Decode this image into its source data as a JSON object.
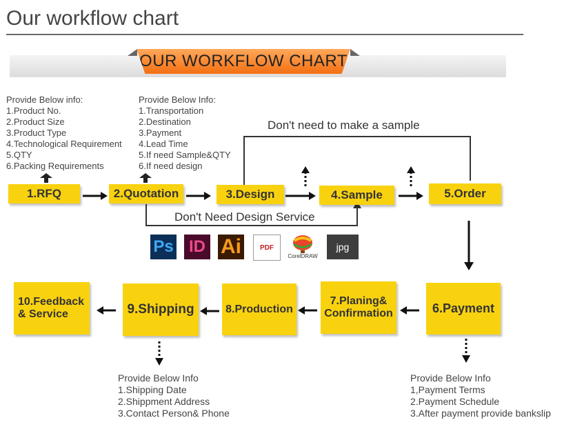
{
  "page_title": "Our workflow chart",
  "banner": "OUR WORKFLOW CHART",
  "info_rfq": {
    "heading": "Provide Below info:",
    "items": [
      "1.Product No.",
      "2.Product Size",
      "3.Product Type",
      "4.Technological Requirement",
      "5.QTY",
      "6.Packing Requirements"
    ]
  },
  "info_quotation": {
    "heading": "Provide Below Info:",
    "items": [
      "1.Transportation",
      "2.Destination",
      "3.Payment",
      "4.Lead Time",
      "5.If need Sample&QTY",
      "6.If need design"
    ]
  },
  "steps": {
    "rfq": "1.RFQ",
    "quotation": "2.Quotation",
    "design": "3.Design",
    "sample": "4.Sample",
    "order": "5.Order",
    "payment": "6.Payment",
    "planing_1": "7.Planing&",
    "planing_2": "Confirmation",
    "production": "8.Production",
    "shipping": "9.Shipping",
    "feedback_1": "10.Feedback",
    "feedback_2": "& Service"
  },
  "notes": {
    "no_sample": "Don't need to make a sample",
    "no_design": "Don't Need Design Service"
  },
  "software_icons": {
    "ps": "Ps",
    "id": "ID",
    "ai": "Ai",
    "pdf": "PDF",
    "coreldraw": "CorelDRAW",
    "jpg": "jpg"
  },
  "info_shipping": {
    "heading": "Provide Below Info",
    "items": [
      "1.Shipping Date",
      "2.Shippment Address",
      "3.Contact Person& Phone"
    ]
  },
  "info_payment": {
    "heading": "Provide Below Info",
    "items": [
      "1,Payment Terms",
      "2.Payment Schedule",
      "3.After payment provide bankslip"
    ]
  },
  "colors": {
    "box": "#f9d20f",
    "banner": "#f36f12",
    "arrow": "#111111"
  }
}
